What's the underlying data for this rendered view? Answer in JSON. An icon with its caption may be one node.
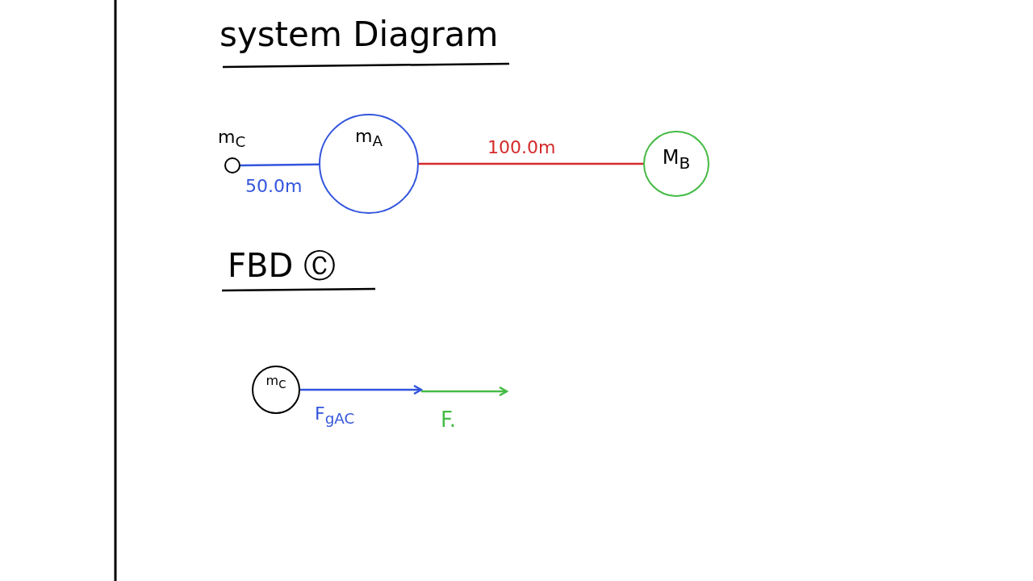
{
  "diagram": {
    "title": "system Diagram",
    "nodes": [
      {
        "text": [],
        "shape": "circle",
        "beside": [
          "m$_{C}$"
        ]
      },
      {
        "text": [
          "m$_{A}$"
        ]
      },
      {
        "text": [
          "M$_{B}$"
        ]
      },
      {
        "text": [
          "m$_{C}$"
        ]
      }
    ],
    "edges": [
      {
        "from": 0,
        "to": 1,
        "arrow": "none",
        "label": "50.0m",
        "color": "#3355dd"
      },
      {
        "from": 1,
        "to": 2,
        "arrow": "none",
        "label": "100.0m",
        "color": "#d42a2a"
      },
      {
        "from": 3,
        "to": null,
        "arrow": "to",
        "label": "F$_{gAC}$",
        "color": "#3355dd"
      }
    ],
    "labels": [
      "FBD Ⓒ",
      "F."
    ]
  }
}
